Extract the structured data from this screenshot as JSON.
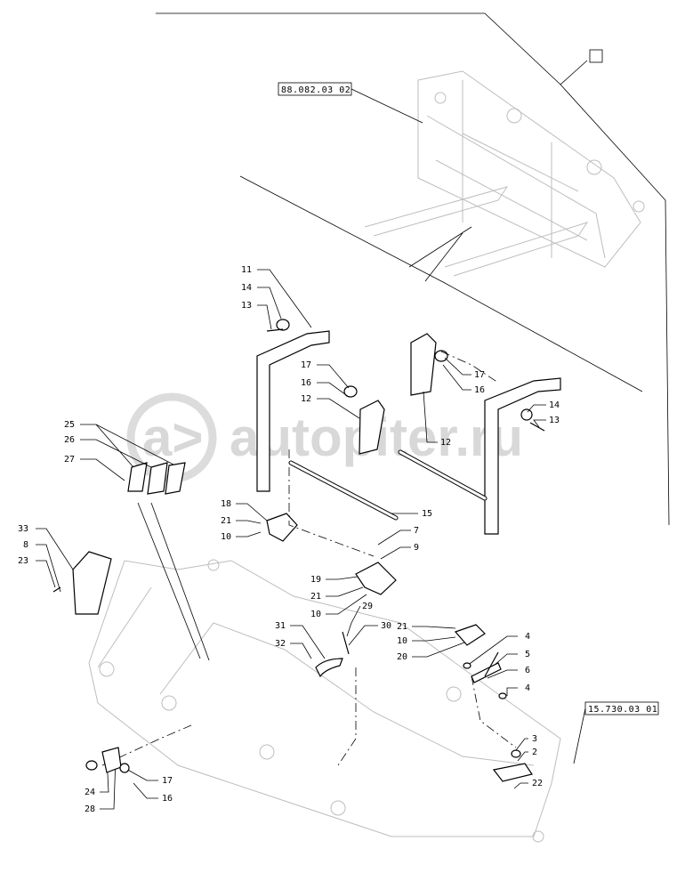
{
  "watermark": "autopiter.ru",
  "references": {
    "top": "88.082.03 02",
    "bottom": "15.730.03 01"
  },
  "callouts": {
    "c11": "11",
    "c14a": "14",
    "c13a": "13",
    "c17a": "17",
    "c16a": "16",
    "c12a": "12",
    "c17b": "17",
    "c16b": "16",
    "c14b": "14",
    "c13b": "13",
    "c12b": "12",
    "c25": "25",
    "c26": "26",
    "c27": "27",
    "c15": "15",
    "c18": "18",
    "c21a": "21",
    "c10a": "10",
    "c7": "7",
    "c9": "9",
    "c19": "19",
    "c21b": "21",
    "c10b": "10",
    "c29": "29",
    "c30": "30",
    "c33": "33",
    "c8": "8",
    "c23": "23",
    "c31": "31",
    "c32": "32",
    "c21c": "21",
    "c10c": "10",
    "c20": "20",
    "c4a": "4",
    "c5": "5",
    "c6": "6",
    "c4b": "4",
    "c3": "3",
    "c2": "2",
    "c22": "22",
    "c17c": "17",
    "c16c": "16",
    "c24": "24",
    "c28": "28"
  }
}
